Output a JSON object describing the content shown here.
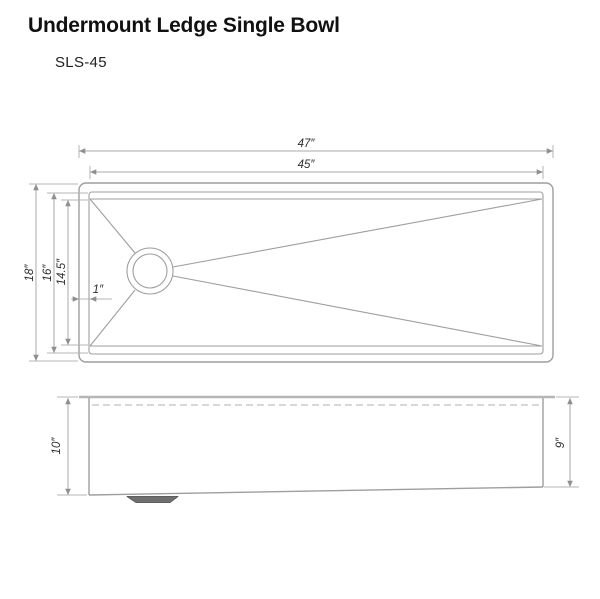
{
  "header": {
    "title": "Undermount Ledge Single Bowl",
    "model": "SLS-45"
  },
  "top_view": {
    "overall_width": "47″",
    "bowl_width": "45″",
    "overall_front_to_back": "18″",
    "bowl_front_to_back": "16″",
    "inner_basin_front_to_back": "14.5″",
    "ledge_width": "1″"
  },
  "side_view": {
    "left_depth": "10″",
    "right_depth": "9″"
  },
  "colors": {
    "drawing_line": "#9e9e9e",
    "dimension_line": "#a8a8a8",
    "text": "#1a1a1a",
    "drain_fitting": "#707070"
  }
}
